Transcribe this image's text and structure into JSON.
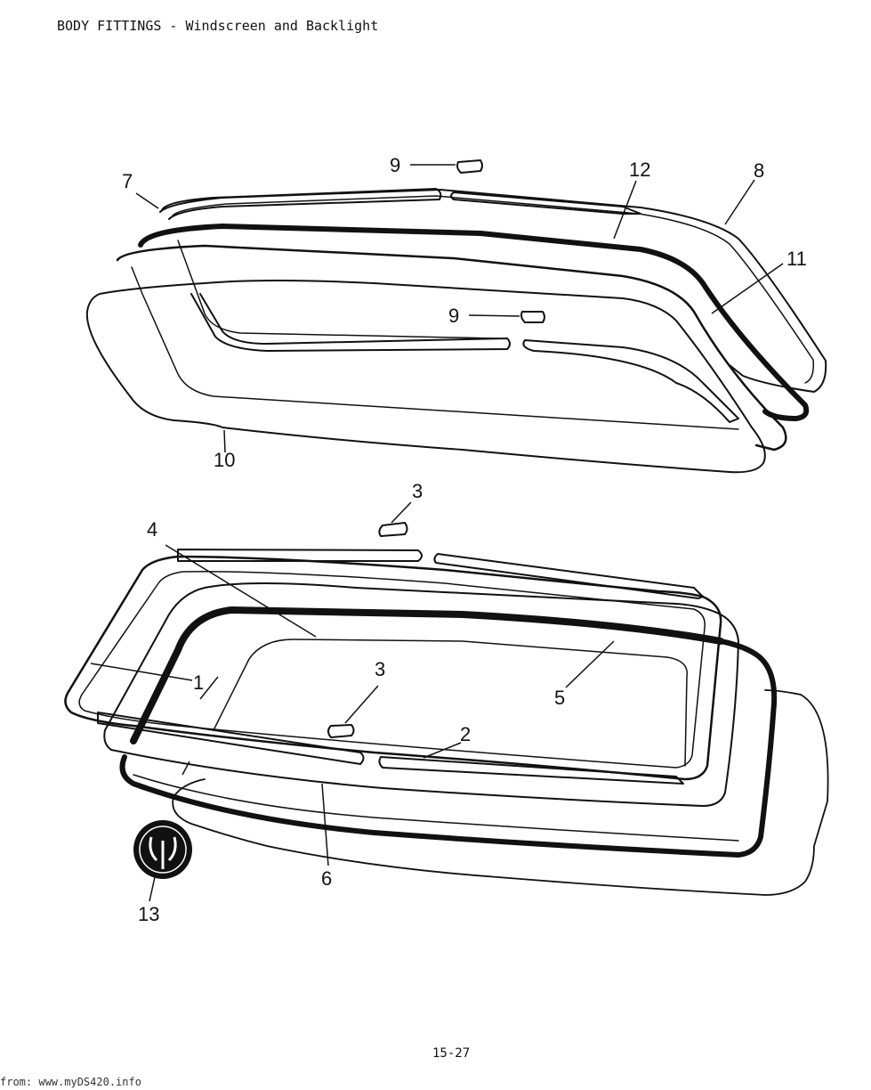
{
  "header": {
    "title": "BODY FITTINGS - Windscreen and Backlight"
  },
  "callouts": {
    "c1": "1",
    "c2": "2",
    "c3a": "3",
    "c3b": "3",
    "c4": "4",
    "c5": "5",
    "c6": "6",
    "c7": "7",
    "c8": "8",
    "c9a": "9",
    "c9b": "9",
    "c10": "10",
    "c11": "11",
    "c12": "12",
    "c13": "13"
  },
  "page_number": "15-27",
  "footer": {
    "source": "from: www.myDS420.info"
  }
}
